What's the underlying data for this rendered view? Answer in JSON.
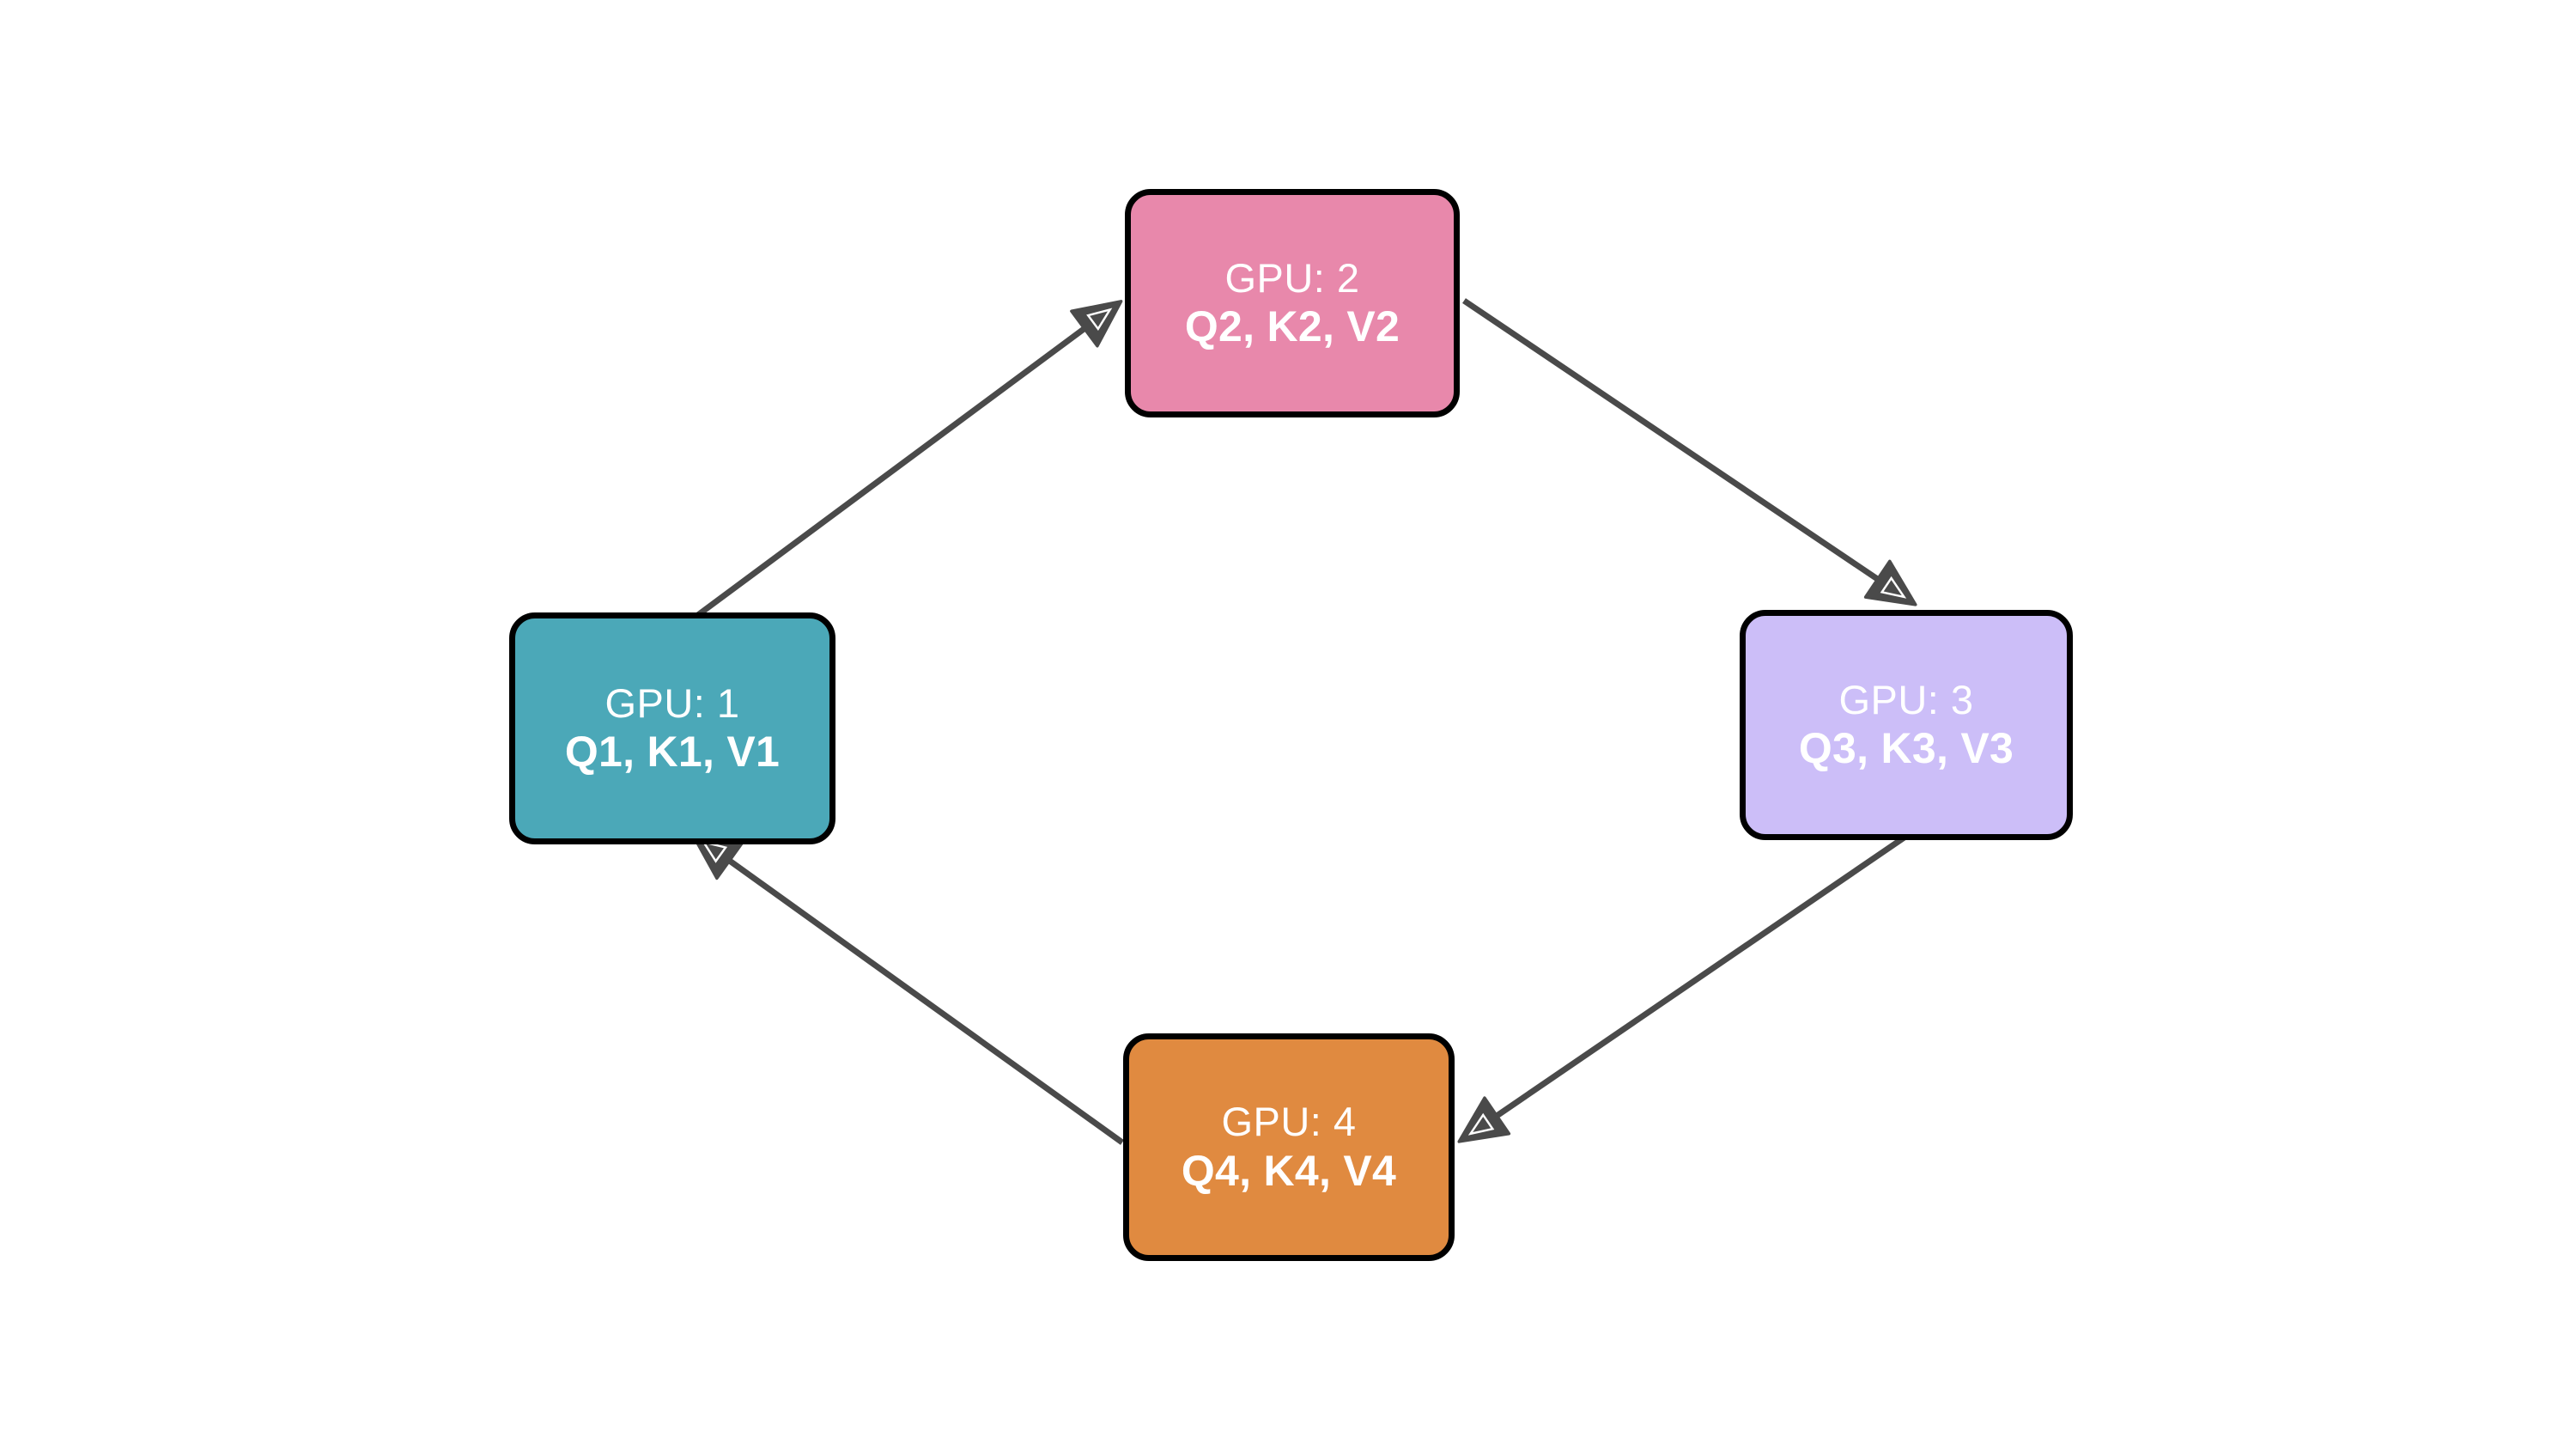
{
  "diagram": {
    "type": "ring-all-reduce-cycle",
    "background_color": "#ffffff",
    "edge_color": "#4a4a4a",
    "node_border_color": "#000000",
    "node_text_color": "#ffffff",
    "nodes": [
      {
        "id": "gpu1",
        "title": "GPU: 1",
        "tensors": "Q1, K1, V1",
        "color": "#4ba8b8",
        "position": "left"
      },
      {
        "id": "gpu2",
        "title": "GPU: 2",
        "tensors": "Q2, K2, V2",
        "color": "#e888ab",
        "position": "top"
      },
      {
        "id": "gpu3",
        "title": "GPU: 3",
        "tensors": "Q3, K3, V3",
        "color": "#ccbef8",
        "position": "right"
      },
      {
        "id": "gpu4",
        "title": "GPU: 4",
        "tensors": "Q4, K4, V4",
        "color": "#e08a40",
        "position": "bottom"
      }
    ],
    "edges": [
      {
        "id": "edge-1-2",
        "from": "gpu1",
        "to": "gpu2",
        "label": "",
        "arrowhead": "triangle"
      },
      {
        "id": "edge-2-3",
        "from": "gpu2",
        "to": "gpu3",
        "label": "",
        "arrowhead": "triangle"
      },
      {
        "id": "edge-3-4",
        "from": "gpu3",
        "to": "gpu4",
        "label": "",
        "arrowhead": "triangle"
      },
      {
        "id": "edge-4-1",
        "from": "gpu4",
        "to": "gpu1",
        "label": "",
        "arrowhead": "triangle"
      }
    ]
  }
}
